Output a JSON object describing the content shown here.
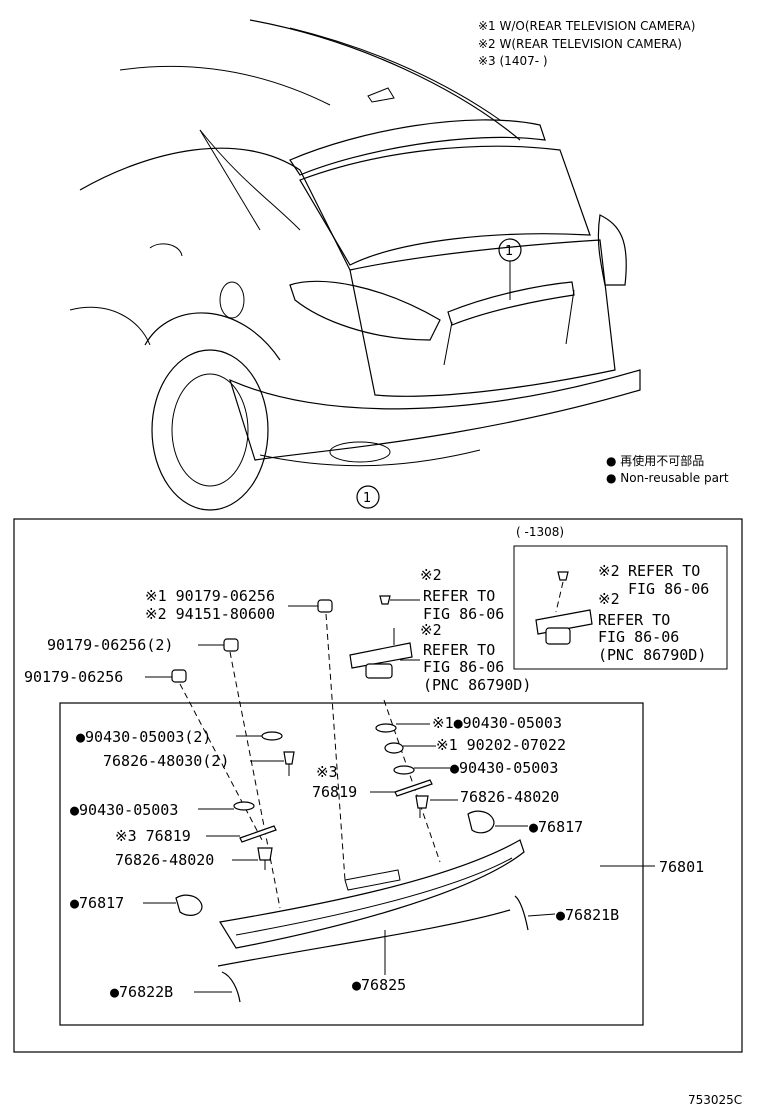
{
  "notes": {
    "n1": "※1 W/O(REAR TELEVISION CAMERA)",
    "n2": "※2 W(REAR TELEVISION CAMERA)",
    "n3": "※3 (1407-       )"
  },
  "legend": {
    "jp": "● 再使用不可部品",
    "en": "● Non-reusable part"
  },
  "vehicle_callout": "1",
  "inset": {
    "date_range": "(      -1308)",
    "ref1_tag": "※2",
    "ref1_l1": "REFER TO",
    "ref1_l2": "FIG 86-06",
    "ref2_tag": "※2",
    "ref2_l1": "REFER TO",
    "ref2_l2": "FIG 86-06",
    "ref2_l3": "(PNC 86790D)"
  },
  "main_refs": {
    "r1_tag": "※2",
    "r1_l1": "REFER TO",
    "r1_l2": "FIG 86-06",
    "r2_tag": "※2",
    "r2_l1": "REFER TO",
    "r2_l2": "FIG 86-06",
    "r2_l3": "(PNC 86790D)"
  },
  "labels": {
    "a1": "※1 90179-06256",
    "a2": "※2 94151-80600",
    "b": "90179-06256(2)",
    "c": "90179-06256",
    "d": "●90430-05003(2)",
    "e": "76826-48030(2)",
    "f": "●90430-05003",
    "g": "※3 76819",
    "h": "76826-48020",
    "i": "●76817",
    "j": "●76822B",
    "k": "●76825",
    "l": "●76821B",
    "m": "76801",
    "n": "●76817",
    "o": "76826-48020",
    "p_tag": "※3",
    "p": "76819",
    "q": "●90430-05003",
    "r": "※1 90202-07022",
    "s": "※1●90430-05003"
  },
  "figure_code": "753025C"
}
